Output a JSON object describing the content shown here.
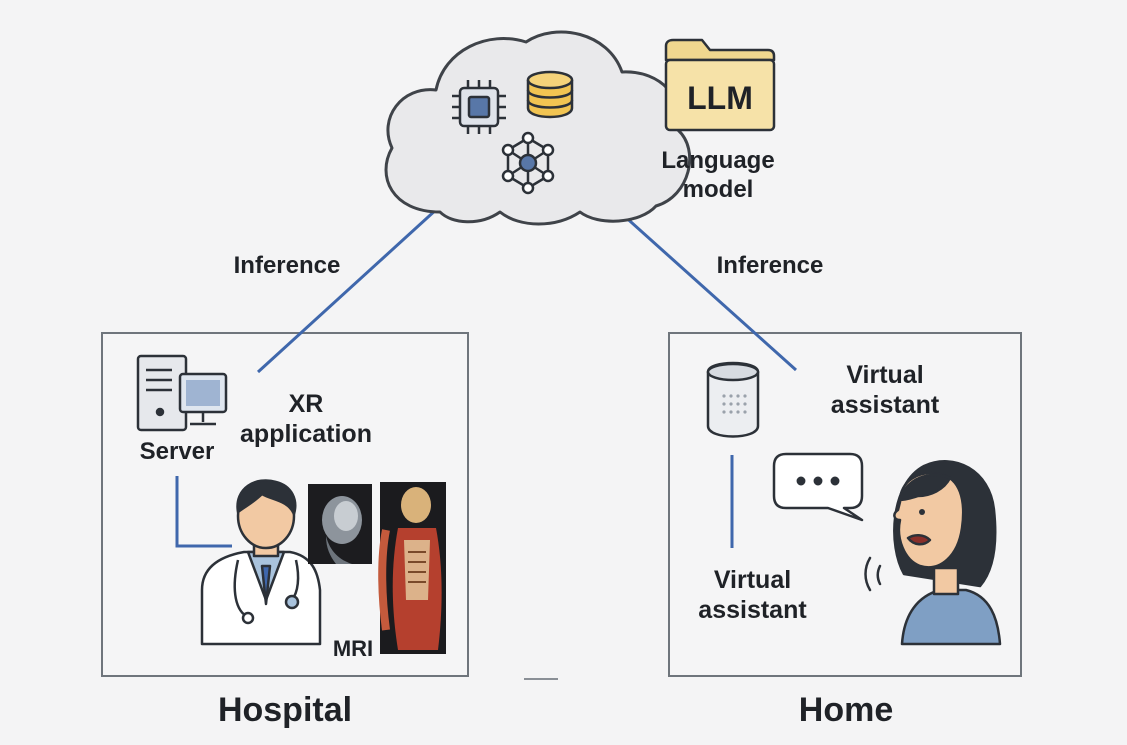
{
  "cloud": {
    "folder_label": "LLM",
    "model_label_line1": "Language",
    "model_label_line2": "model"
  },
  "links": {
    "left_label": "Inference",
    "right_label": "Inference"
  },
  "hospital": {
    "server_label": "Server",
    "xr_line1": "XR",
    "xr_line2": "application",
    "mri_label": "MRI",
    "caption": "Hospital"
  },
  "home": {
    "assistant_top_line1": "Virtual",
    "assistant_top_line2": "assistant",
    "assistant_side_line1": "Virtual",
    "assistant_side_line2": "assistant",
    "caption": "Home"
  },
  "colors": {
    "link_line": "#3f67ac",
    "cloud_fill": "#e9e9eb",
    "folder_fill": "#f6e2a8",
    "database_fill": "#f1c452",
    "person_shirt": "#7f9fc4"
  }
}
